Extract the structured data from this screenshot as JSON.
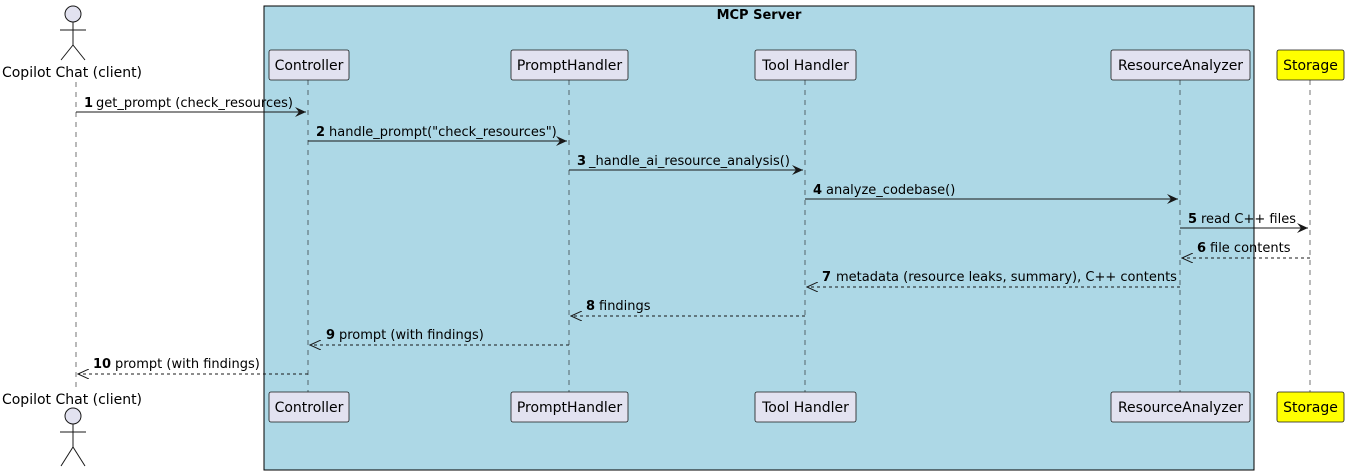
{
  "group": {
    "title": "MCP Server",
    "fill": "#ADD8E6"
  },
  "actor": {
    "label": "Copilot Chat (client)"
  },
  "participants": {
    "controller": "Controller",
    "prompt_handler": "PromptHandler",
    "tool_handler": "Tool Handler",
    "resource_analyzer": "ResourceAnalyzer",
    "storage": "Storage"
  },
  "colors": {
    "participant_fill": "#E2E2F0",
    "storage_fill": "#FFFF00",
    "line": "#181818"
  },
  "messages": [
    {
      "num": "1",
      "text": "get_prompt (check_resources)"
    },
    {
      "num": "2",
      "text": "handle_prompt(\"check_resources\")"
    },
    {
      "num": "3",
      "text": "_handle_ai_resource_analysis()"
    },
    {
      "num": "4",
      "text": "analyze_codebase()"
    },
    {
      "num": "5",
      "text": "read C++ files"
    },
    {
      "num": "6",
      "text": "file contents"
    },
    {
      "num": "7",
      "text": "metadata (resource leaks, summary), C++ contents"
    },
    {
      "num": "8",
      "text": "findings"
    },
    {
      "num": "9",
      "text": "prompt (with findings)"
    },
    {
      "num": "10",
      "text": "prompt (with findings)"
    }
  ]
}
